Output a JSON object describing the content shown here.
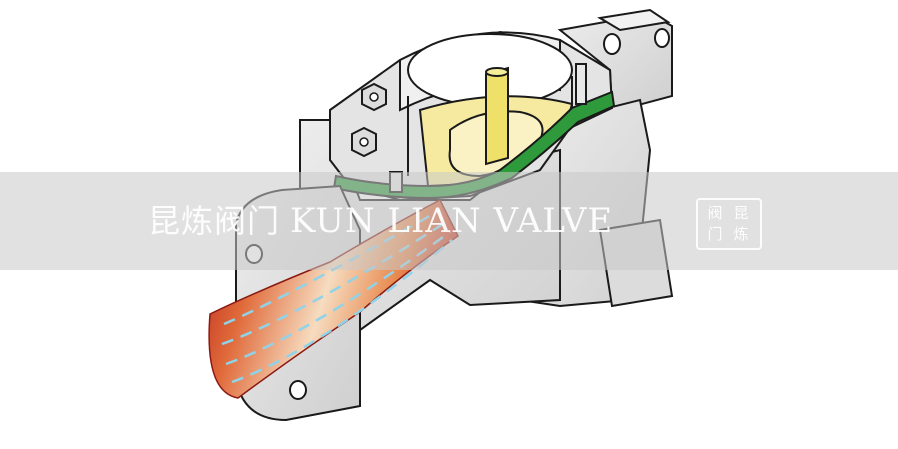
{
  "image": {
    "subject": "diaphragm-valve-cutaway",
    "colors": {
      "body": "#e2e2e2",
      "outline": "#1a1a1a",
      "diaphragm": "#2e9a3c",
      "cavity": "#f5eaa0",
      "stem": "#efe06a",
      "flow_hot": "#c0281e",
      "flow_warm": "#f2c69a",
      "flow_dash": "#8fd3ea"
    }
  },
  "watermark": {
    "cn": "昆炼阀门",
    "en": "KUN LIAN VALVE",
    "seal": [
      "阀",
      "昆",
      "门",
      "炼"
    ]
  }
}
